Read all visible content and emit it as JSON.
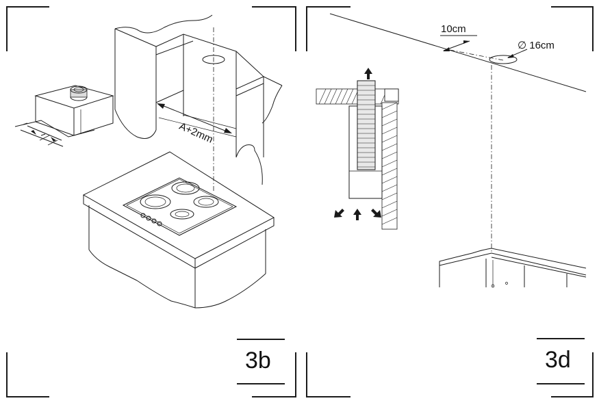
{
  "panels": [
    {
      "id": "3b",
      "figure_label": "3b",
      "dimension_label": "A+2mm"
    },
    {
      "id": "3d",
      "figure_label": "3d",
      "distance_label": "10cm",
      "diameter_label": "∅ 16cm"
    }
  ]
}
